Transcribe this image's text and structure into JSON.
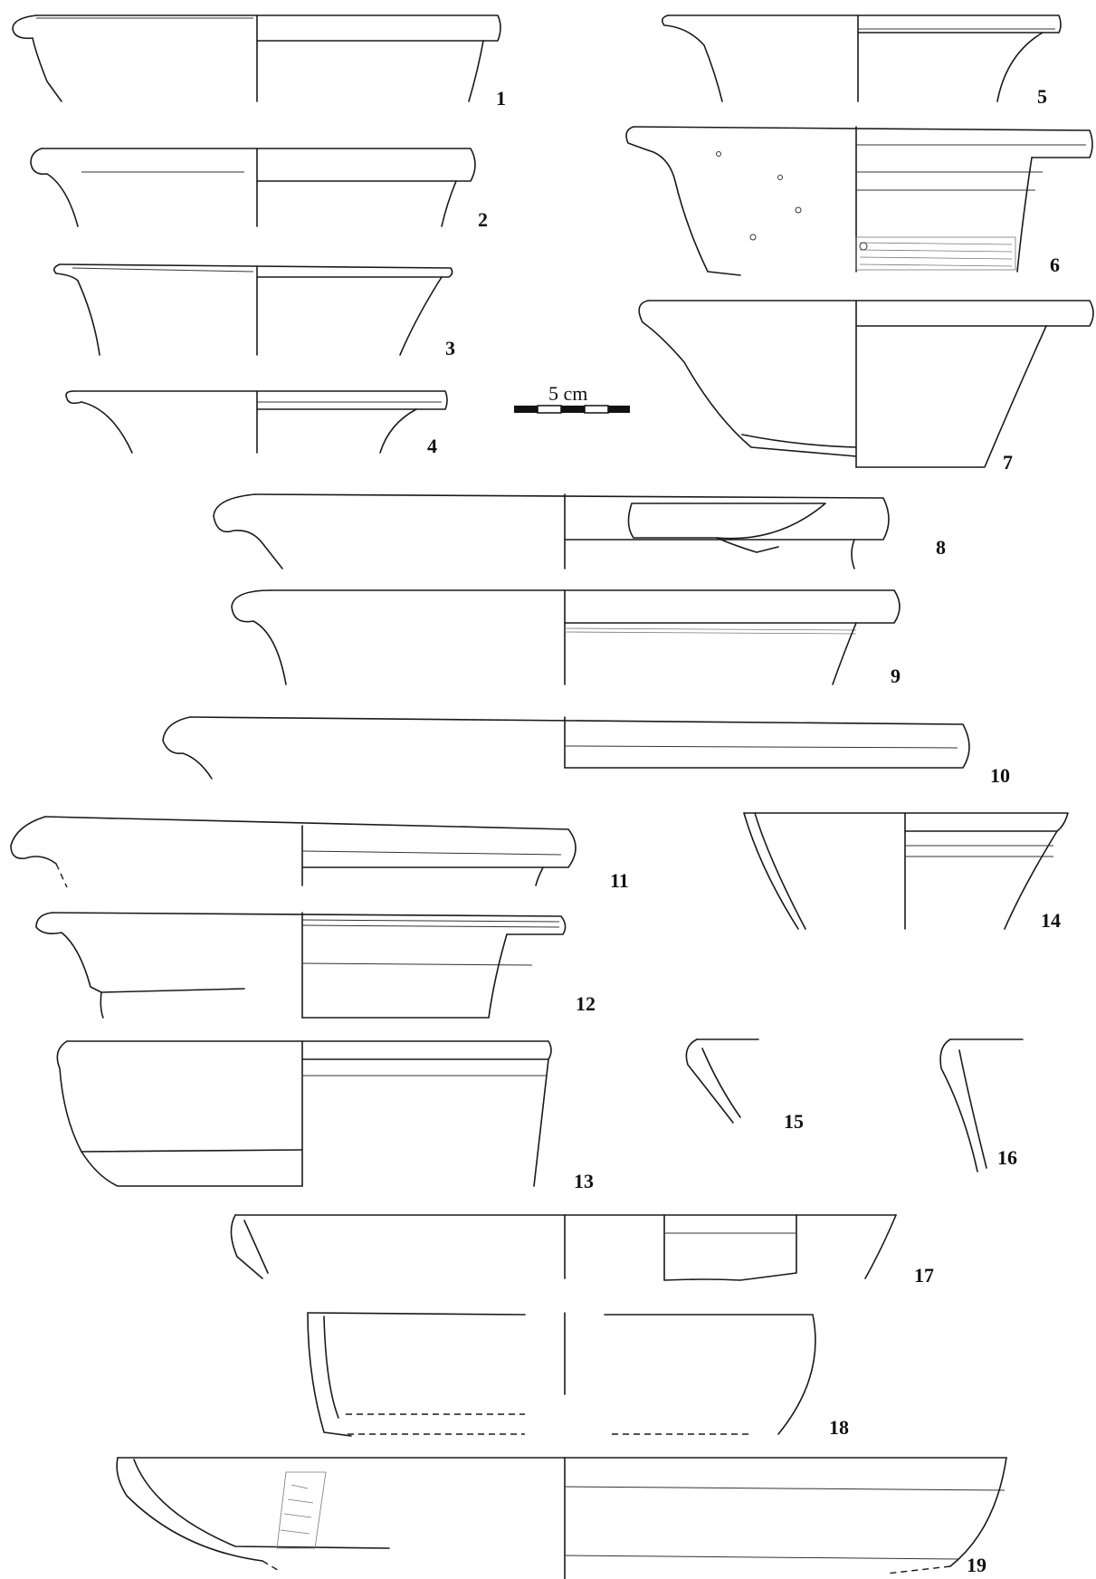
{
  "scale": {
    "label": "5 cm"
  },
  "figures": [
    {
      "id": "1",
      "label": "1"
    },
    {
      "id": "2",
      "label": "2"
    },
    {
      "id": "3",
      "label": "3"
    },
    {
      "id": "4",
      "label": "4"
    },
    {
      "id": "5",
      "label": "5"
    },
    {
      "id": "6",
      "label": "6"
    },
    {
      "id": "7",
      "label": "7"
    },
    {
      "id": "8",
      "label": "8"
    },
    {
      "id": "9",
      "label": "9"
    },
    {
      "id": "10",
      "label": "10"
    },
    {
      "id": "11",
      "label": "11"
    },
    {
      "id": "12",
      "label": "12"
    },
    {
      "id": "13",
      "label": "13"
    },
    {
      "id": "14",
      "label": "14"
    },
    {
      "id": "15",
      "label": "15"
    },
    {
      "id": "16",
      "label": "16"
    },
    {
      "id": "17",
      "label": "17"
    },
    {
      "id": "18",
      "label": "18"
    },
    {
      "id": "19",
      "label": "19"
    }
  ]
}
